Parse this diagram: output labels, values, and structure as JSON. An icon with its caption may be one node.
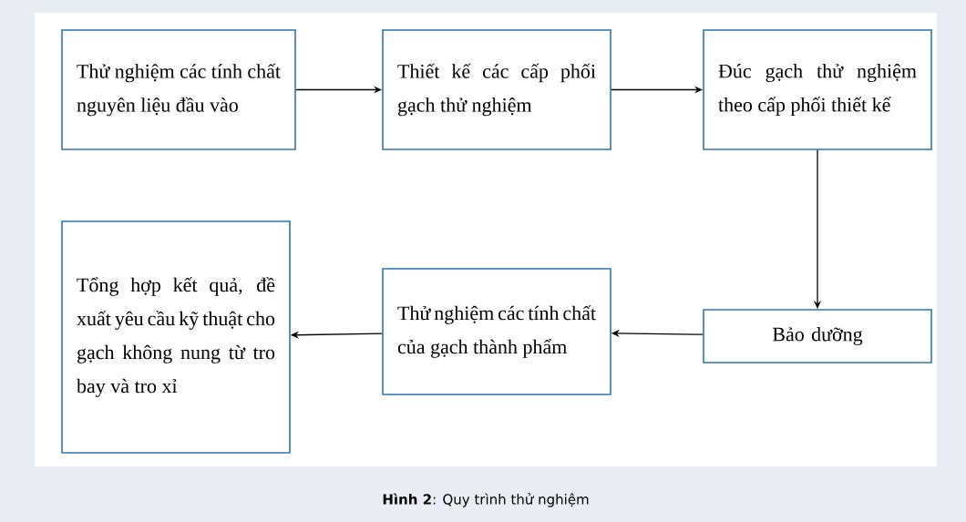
{
  "diagram": {
    "caption": "**Hình 2**: Quy trình thử nghiệm",
    "nodes": [
      {
        "text": [
          "Thử nghiệm các tính chất nguyên liệu đầu vào"
        ]
      },
      {
        "text": [
          "Thiết kế các cấp phối gạch thử nghiệm"
        ]
      },
      {
        "text": [
          "Đúc gạch thử nghiệm theo cấp phối thiết kế"
        ]
      },
      {
        "text": [
          "Bảo dưỡng"
        ]
      },
      {
        "text": [
          "Thử nghiệm các tính chất của gạch thành phẩm"
        ]
      },
      {
        "text": [
          "Tổng hợp kết quả, đề xuất yêu cầu kỹ thuật cho gạch không nung từ tro bay và tro xỉ"
        ]
      }
    ],
    "edges": [
      {
        "from": 0,
        "to": 1,
        "arrow": "to"
      },
      {
        "from": 1,
        "to": 2,
        "arrow": "to"
      },
      {
        "from": 2,
        "to": 3,
        "arrow": "to"
      },
      {
        "from": 3,
        "to": 4,
        "arrow": "to"
      },
      {
        "from": 4,
        "to": 5,
        "arrow": "to"
      }
    ]
  }
}
